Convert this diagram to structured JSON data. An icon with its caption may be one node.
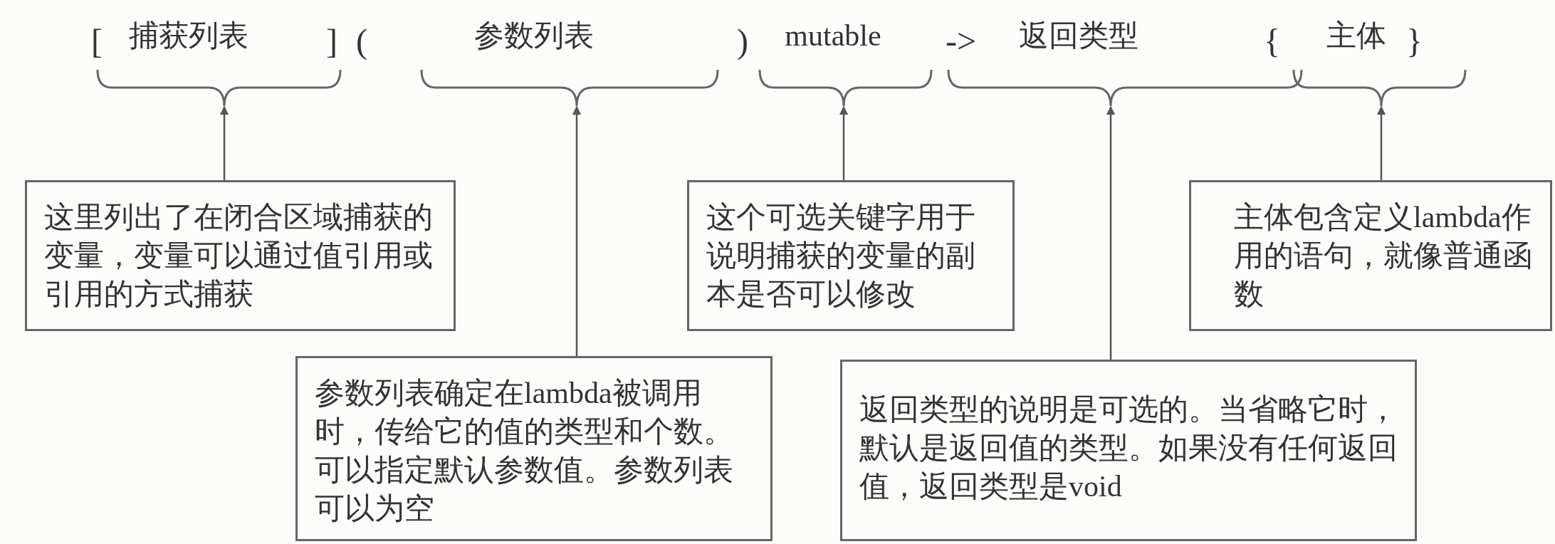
{
  "diagram": {
    "nodes": [
      {
        "text": [
          "捕获列表"
        ]
      },
      {
        "text": [
          "参数列表"
        ]
      },
      {
        "text": [
          "mutable"
        ]
      },
      {
        "text": [
          "返回类型"
        ]
      },
      {
        "text": [
          "主体"
        ]
      },
      {
        "text": [
          "这里列出了在闭合区域捕获的变量，变量可以通过值引用或引用的方式捕获"
        ]
      },
      {
        "text": [
          "这个可选关键字用于说明捕获的变量的副本是否可以修改"
        ]
      },
      {
        "text": [
          "主体包含定义lambda作用的语句，就像普通函数"
        ]
      },
      {
        "text": [
          "参数列表确定在lambda被调用时，传给它的值的类型和个数。可以指定默认参数值。参数列表可以为空"
        ]
      },
      {
        "text": [
          "返回类型的说明是可选的。当省略它时，默认是返回值的类型。如果没有任何返回值，返回类型是void"
        ]
      }
    ],
    "edges": [
      {
        "from": 5,
        "to": 0,
        "arrow": "to"
      },
      {
        "from": 6,
        "to": 2,
        "arrow": "to"
      },
      {
        "from": 7,
        "to": 4,
        "arrow": "to"
      },
      {
        "from": 8,
        "to": 1,
        "arrow": "to"
      },
      {
        "from": 9,
        "to": 3,
        "arrow": "to"
      }
    ],
    "labels": [
      "[",
      "]",
      "(",
      ")",
      "->",
      "{",
      "}"
    ]
  }
}
